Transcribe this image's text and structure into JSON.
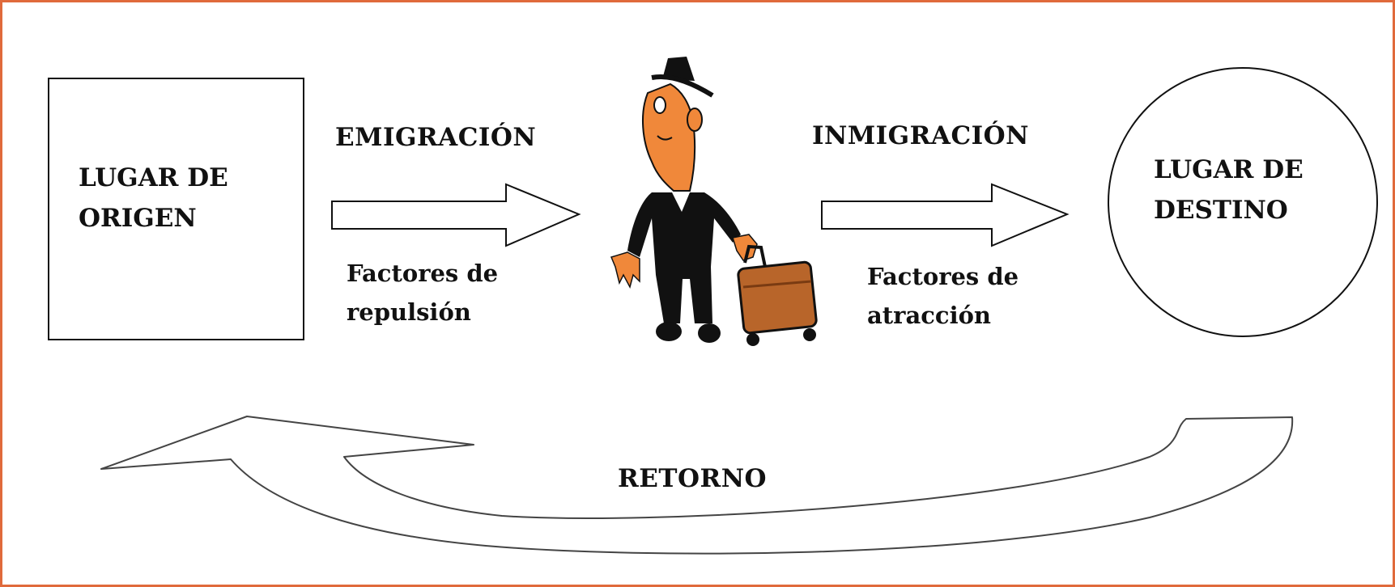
{
  "nodes": {
    "origin": {
      "line1": "LUGAR DE",
      "line2": "ORIGEN"
    },
    "destination": {
      "line1": "LUGAR DE",
      "line2": "DESTINO"
    }
  },
  "flows": {
    "emigration": {
      "label": "EMIGRACIÓN",
      "factors_line1": "Factores de",
      "factors_line2": "repulsión"
    },
    "immigration": {
      "label": "INMIGRACIÓN",
      "factors_line1": "Factores de",
      "factors_line2": "atracción"
    },
    "return": {
      "label": "RETORNO"
    }
  },
  "illustration": {
    "subject": "traveler-with-suitcase"
  },
  "colors": {
    "frame": "#e06a3c",
    "skin": "#f0883a",
    "suit": "#111111",
    "suitcase": "#b8652a"
  }
}
